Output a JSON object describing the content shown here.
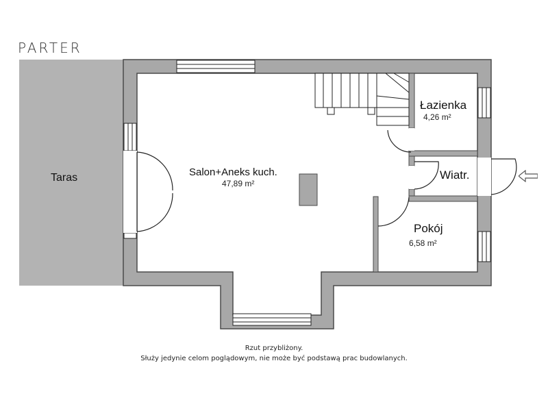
{
  "floor_title": "PARTER",
  "rooms": {
    "terrace": {
      "name": "Taras"
    },
    "living": {
      "name": "Salon+Aneks kuch.",
      "area": "47,89 m²"
    },
    "bathroom": {
      "name": "Łazienka",
      "area": "4,26 m²"
    },
    "vestibule": {
      "name": "Wiatr."
    },
    "room": {
      "name": "Pokój",
      "area": "6,58 m²"
    }
  },
  "notes": {
    "line1": "Rzut przybliżony.",
    "line2": "Służy jedynie celom poglądowym, nie może być podstawą prac budowlanych."
  },
  "colors": {
    "wall": "#a8a8a8",
    "terrace": "#b3b3b3",
    "wall_stroke": "#4a4a4a",
    "line": "#222222"
  },
  "icons": [
    "entrance-arrow-icon"
  ]
}
